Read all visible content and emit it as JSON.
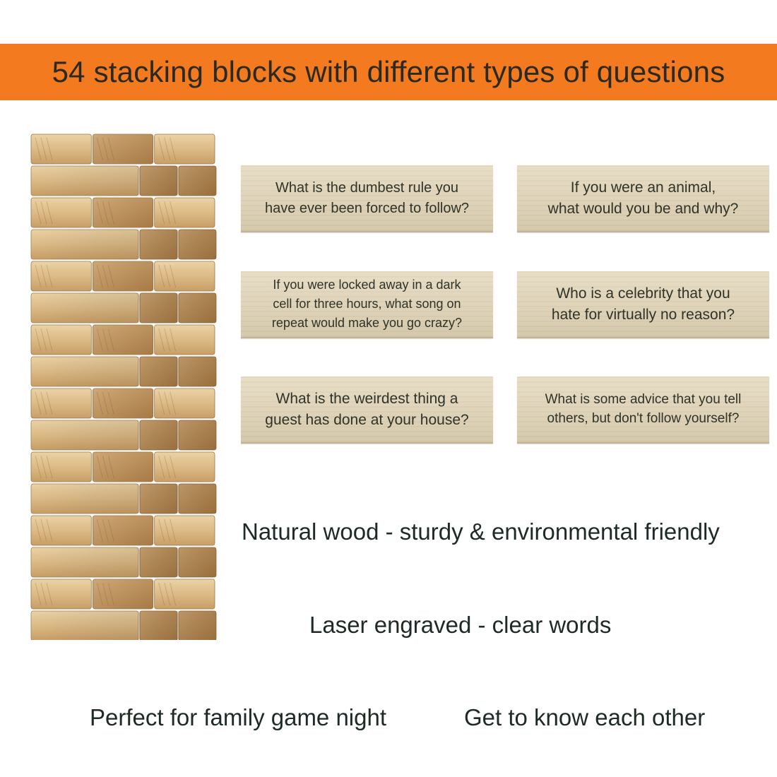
{
  "banner": {
    "title": "54 stacking blocks with different types of questions",
    "color": "#f47a1f"
  },
  "question_blocks": [
    {
      "text_lines": [
        "What is the dumbest rule you",
        "have ever been forced to follow?"
      ]
    },
    {
      "text_lines": [
        "If you were an animal,",
        "what would you be and why?"
      ]
    },
    {
      "text_lines": [
        "If you were locked away in a dark",
        "cell for three hours, what song on",
        "repeat would make you go crazy?"
      ]
    },
    {
      "text_lines": [
        "Who is a celebrity that you",
        "hate for virtually no reason?"
      ]
    },
    {
      "text_lines": [
        "What is the weirdest thing a",
        "guest has done at your house?"
      ]
    },
    {
      "text_lines": [
        "What is some advice that you tell",
        "others, but don't follow yourself?"
      ]
    }
  ],
  "features": {
    "wood": "Natural wood - sturdy & environmental friendly",
    "laser": "Laser engraved - clear words",
    "family": "Perfect for family game night",
    "know": "Get to know each other"
  },
  "colors": {
    "wood_light": "#e2c69a",
    "wood_mid": "#d3ad78",
    "wood_dark": "#b98a52",
    "text_dark": "#1e2b24"
  }
}
